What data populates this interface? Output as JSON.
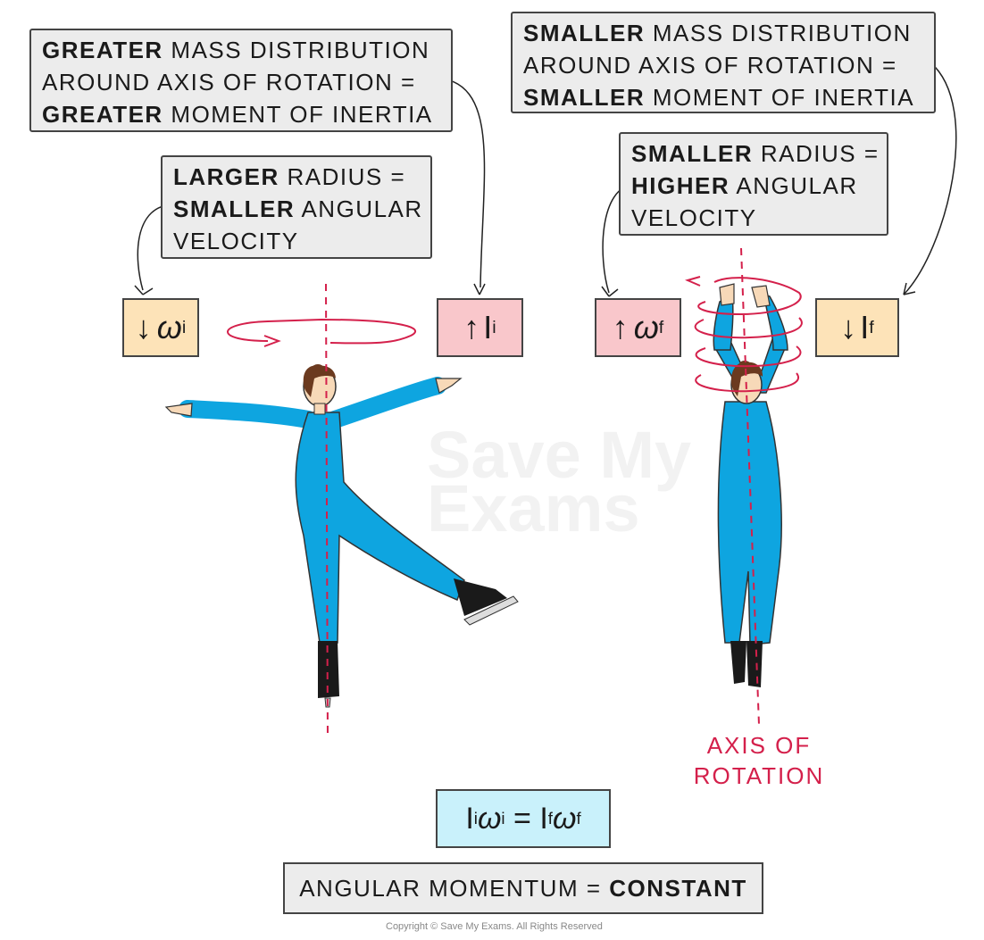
{
  "boxes": {
    "greater_moi": {
      "line1_bold": "GREATER",
      "line1_rest": " MASS DISTRIBUTION",
      "line2": "AROUND AXIS OF ROTATION =",
      "line3_bold": "GREATER",
      "line3_rest": " MOMENT OF INERTIA"
    },
    "larger_radius": {
      "line1_bold": "LARGER",
      "line1_rest": " RADIUS =",
      "line2_bold": "SMALLER",
      "line2_rest": " ANGULAR",
      "line3": "VELOCITY"
    },
    "smaller_moi": {
      "line1_bold": "SMALLER",
      "line1_rest": " MASS DISTRIBUTION",
      "line2": "AROUND AXIS OF ROTATION =",
      "line3_bold": "SMALLER",
      "line3_rest": " MOMENT OF INERTIA"
    },
    "smaller_radius": {
      "line1_bold": "SMALLER",
      "line1_rest": " RADIUS =",
      "line2_bold": "HIGHER",
      "line2_rest": " ANGULAR",
      "line3": "VELOCITY"
    }
  },
  "tags": {
    "omega_i": {
      "arrow": "↓",
      "symbol": "ω",
      "sub": "i"
    },
    "I_i": {
      "arrow": "↑",
      "symbol": "I",
      "sub": "i"
    },
    "omega_f": {
      "arrow": "↑",
      "symbol": "ω",
      "sub": "f"
    },
    "I_f": {
      "arrow": "↓",
      "symbol": "I",
      "sub": "f"
    }
  },
  "axis_label": {
    "line1": "AXIS OF",
    "line2": "ROTATION"
  },
  "equation": {
    "I1": "I",
    "s1": "i",
    "w1": "ω",
    "s2": "i",
    "eq": " = ",
    "I2": "I",
    "s3": "f",
    "w2": "ω",
    "s4": "f"
  },
  "conclusion": {
    "text": "ANGULAR MOMENTUM = ",
    "bold": "CONSTANT"
  },
  "watermark": {
    "line1": "Save My",
    "line2": "Exams"
  },
  "copyright": "Copyright © Save My Exams. All Rights Reserved",
  "colors": {
    "suit": "#0ea5e0",
    "skin": "#f7d9b8",
    "hair": "#6b3a1f",
    "boot": "#1a1a1a",
    "axis": "#d4204b",
    "rotation": "#d4204b"
  }
}
